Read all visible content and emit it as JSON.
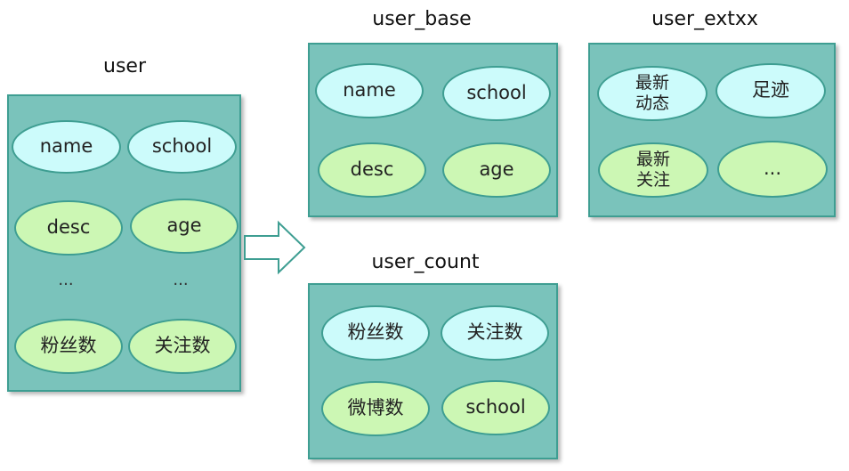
{
  "tables": {
    "user": {
      "title": "user",
      "fields": [
        "name",
        "school",
        "desc",
        "age",
        "...",
        "...",
        "粉丝数",
        "关注数"
      ]
    },
    "user_base": {
      "title": "user_base",
      "fields": [
        "name",
        "school",
        "desc",
        "age"
      ]
    },
    "user_extxx": {
      "title": "user_extxx",
      "fields": [
        "最新\n动态",
        "足迹",
        "最新\n关注",
        "..."
      ]
    },
    "user_count": {
      "title": "user_count",
      "fields": [
        "粉丝数",
        "关注数",
        "微博数",
        "school"
      ]
    }
  },
  "colors": {
    "box_fill": "#7ac3bb",
    "box_border": "#3e9e92",
    "field_cyan": "#ccfbfb",
    "field_green": "#ccf7b4"
  },
  "icons": {
    "split_arrow": "right-arrow-icon"
  }
}
